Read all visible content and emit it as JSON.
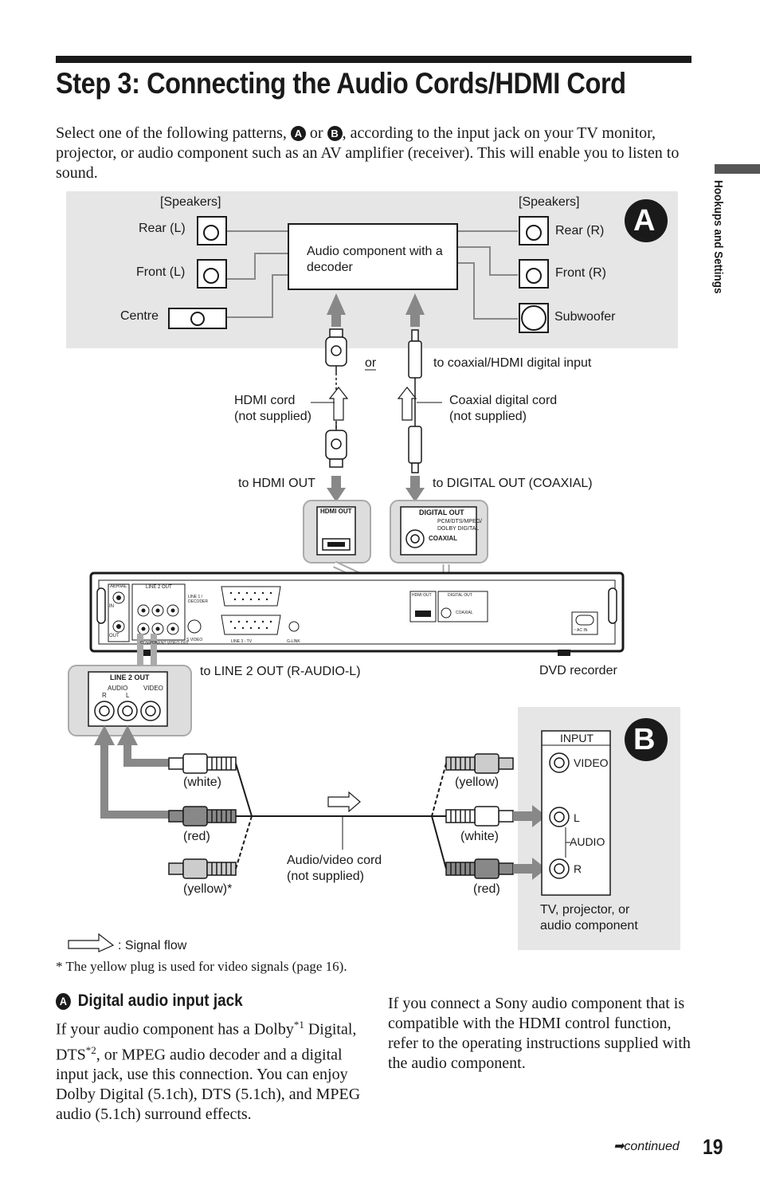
{
  "page": {
    "title": "Step 3: Connecting the Audio Cords/HDMI Cord",
    "intro_before": "Select one of the following patterns, ",
    "pattern_a": "A",
    "intro_or": " or ",
    "pattern_b": "B",
    "intro_after": ", according to the input jack on your TV monitor, projector, or audio component such as an AV amplifier (receiver). This will enable you to listen to sound.",
    "side_tab": "Hookups and Settings",
    "page_number": "19",
    "continued": "continued"
  },
  "diagram": {
    "panel_a_label": "A",
    "panel_b_label": "B",
    "speakers_left": "[Speakers]",
    "speakers_right": "[Speakers]",
    "rear_l": "Rear (L)",
    "front_l": "Front (L)",
    "centre": "Centre",
    "rear_r": "Rear (R)",
    "front_r": "Front (R)",
    "subwoofer": "Subwoofer",
    "audio_component": "Audio component with a decoder",
    "or": "or",
    "to_coaxial_hdmi": "to coaxial/HDMI digital input",
    "hdmi_cord_1": "HDMI cord",
    "hdmi_cord_2": "(not supplied)",
    "coaxial_cord_1": "Coaxial digital cord",
    "coaxial_cord_2": "(not supplied)",
    "to_hdmi_out": "to HDMI OUT",
    "to_digital_out": "to DIGITAL OUT (COAXIAL)",
    "hdmi_out_panel": "HDMI OUT",
    "digital_out_panel": "DIGITAL OUT",
    "pcm_dts": "PCM/DTS/MPEG/",
    "dolby_digital": "DOLBY DIGITAL",
    "coaxial": "COAXIAL",
    "to_line2_out": "to LINE 2 OUT (R-AUDIO-L)",
    "dvd_recorder": "DVD recorder",
    "line2_out": "LINE 2 OUT",
    "audio": "AUDIO",
    "video": "VIDEO",
    "r": "R",
    "l": "L",
    "white_left": "(white)",
    "red_left": "(red)",
    "yellow_left": "(yellow)*",
    "yellow_right": "(yellow)",
    "white_right": "(white)",
    "red_right": "(red)",
    "av_cord_1": "Audio/video cord",
    "av_cord_2": "(not supplied)",
    "input": "INPUT",
    "tv_label_1": "TV, projector, or",
    "tv_label_2": "audio component",
    "signal_flow": ": Signal flow",
    "rp_aerial": "AERIAL",
    "rp_in": "IN",
    "rp_out": "OUT",
    "rp_line1": "LINE 1 / DECODER",
    "rp_line3": "LINE 3 - TV",
    "rp_glink": "G-LINK",
    "rp_svideo": "S VIDEO",
    "rp_acin": "~ AC IN",
    "rp_component": "COMPONENT VIDEO OUT"
  },
  "footnote": "* The yellow plug is used for video signals (page 16).",
  "section_a": {
    "badge": "A",
    "heading": "Digital audio input jack",
    "text_1": "If your audio component has a Dolby",
    "sup_1": "*1",
    "text_2": " Digital, DTS",
    "sup_2": "*2",
    "text_3": ", or MPEG audio decoder and a digital input jack, use this connection. You can enjoy Dolby Digital (5.1ch), DTS (5.1ch), and MPEG audio (5.1ch) surround effects."
  },
  "section_right": {
    "text": "If you connect a Sony audio component that is compatible with the HDMI control function, refer to the operating instructions supplied with the audio component."
  }
}
